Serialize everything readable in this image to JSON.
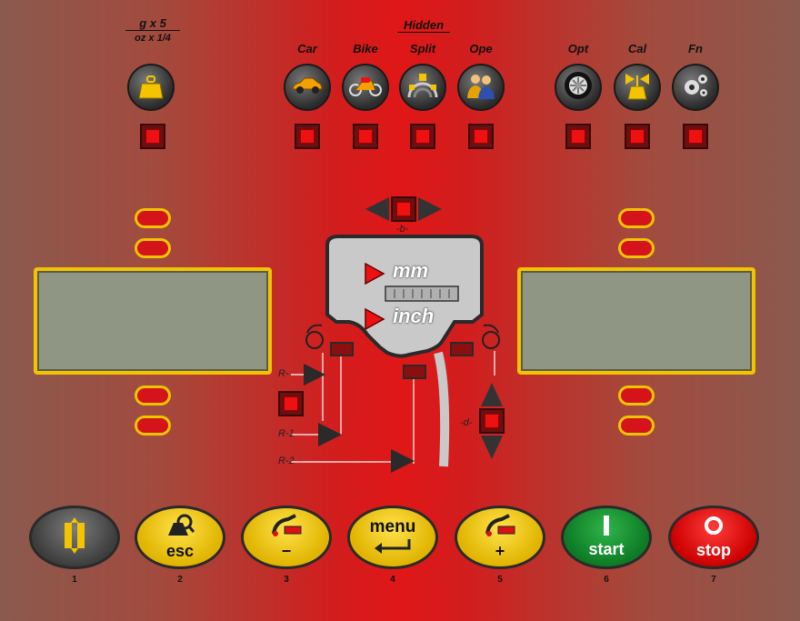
{
  "weight_unit": {
    "top": "g x 5",
    "bottom": "oz x 1/4"
  },
  "hidden_label": "Hidden",
  "modes": [
    {
      "label": "Car",
      "icon": "car-icon"
    },
    {
      "label": "Bike",
      "icon": "motorbike-icon"
    },
    {
      "label": "Split",
      "icon": "split-weight-icon"
    },
    {
      "label": "Ope",
      "icon": "operator-icon"
    }
  ],
  "settings": [
    {
      "label": "Opt",
      "icon": "wheel-rim-icon"
    },
    {
      "label": "Cal",
      "icon": "calibration-weight-icon"
    },
    {
      "label": "Fn",
      "icon": "gears-icon"
    }
  ],
  "units": {
    "mm": "mm",
    "inch": "inch"
  },
  "markers": {
    "b": "-b-",
    "d": "-d-",
    "r": "R-",
    "r1": "R-1",
    "r2": "R-2"
  },
  "buttons": [
    {
      "num": "1",
      "text": "",
      "icon": "wheel-width-icon"
    },
    {
      "num": "2",
      "text": "esc",
      "icon": "weight-magnifier-icon"
    },
    {
      "num": "3",
      "text": "−",
      "icon": "gauge-arm-icon"
    },
    {
      "num": "4",
      "text": "menu",
      "icon": "enter-arrow-icon"
    },
    {
      "num": "5",
      "text": "+",
      "icon": "gauge-arm-icon"
    },
    {
      "num": "6",
      "text": "start",
      "icon": "start-bar-icon"
    },
    {
      "num": "7",
      "text": "stop",
      "icon": "stop-ring-icon"
    }
  ],
  "colors": {
    "panel_red": "#e01717",
    "display_border": "#f2c400",
    "display_bg": "#8f9683"
  }
}
